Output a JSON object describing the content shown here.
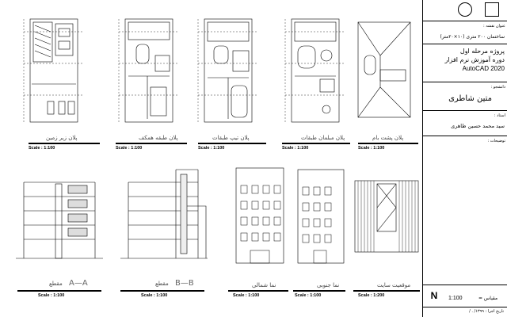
{
  "sheet": {
    "plans": [
      {
        "id": "basement",
        "caption": "پلان زیر زمین",
        "scale": "Scale : 1:100"
      },
      {
        "id": "ground",
        "caption": "پلان طبقه همکف",
        "scale": "Scale : 1:100"
      },
      {
        "id": "typical",
        "caption": "پلان تیپ طبقات",
        "scale": "Scale : 1:100"
      },
      {
        "id": "roofstairs",
        "caption": "پلان مبلمان طبقات",
        "scale": "Scale : 1:100"
      },
      {
        "id": "roof",
        "caption": "پلان پشت بام",
        "scale": "Scale : 1:100"
      }
    ],
    "sections": [
      {
        "id": "section-aa",
        "caption": "مقطع",
        "letters": "A—A",
        "scale": "Scale : 1:100"
      },
      {
        "id": "section-bb",
        "caption": "مقطع",
        "letters": "B—B",
        "scale": "Scale : 1:100"
      },
      {
        "id": "elev-side",
        "caption": "نما شمالی",
        "scale": "Scale : 1:100"
      },
      {
        "id": "elev-south",
        "caption": "نما جنوبی",
        "scale": "Scale : 1:100"
      },
      {
        "id": "site",
        "caption": "موقعیت سایت",
        "scale": "Scale : 1:200"
      }
    ]
  },
  "title_block": {
    "project_label": "عنوان نقشه :",
    "project_value": "ساختمان ۲۰۰ متری (۱۰×۲۰متر)",
    "course_lines": [
      "پروژه مرحله اول",
      "دوره آموزش نرم افزار",
      "AutoCAD 2020"
    ],
    "student_label": "دانشجو :",
    "student_value": "متین شاطری",
    "teacher_label": "استاد :",
    "teacher_value": "سید محمد حسین طاهری",
    "notes_label": "توضیحات :",
    "north": "N",
    "scale_label": "مقیاس =",
    "scale_value": "1:100",
    "date_label": "تاریخ اجرا : ۱۳۹۹/ . /"
  }
}
